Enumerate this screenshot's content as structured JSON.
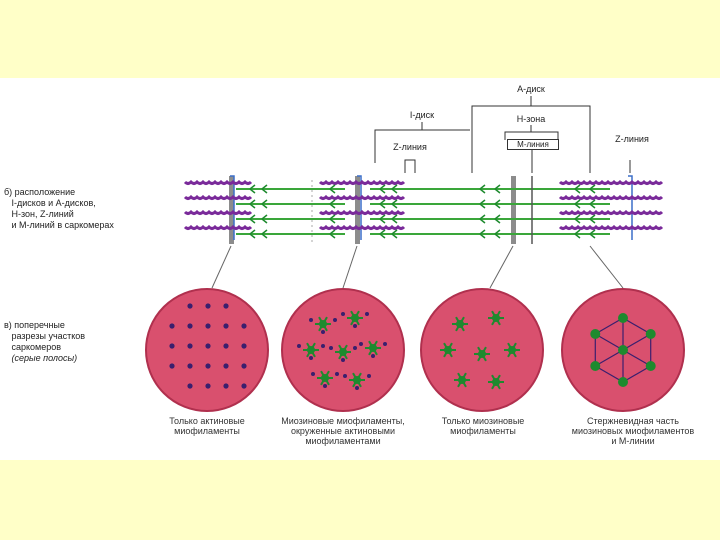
{
  "top_labels": {
    "a_disc": "А-диск",
    "i_disc": "I-диск",
    "h_zone": "Н-зона",
    "z_line_left": "Z-линия",
    "m_line": "М-линия",
    "z_line_right": "Z-линия"
  },
  "side_labels": {
    "b_lines": [
      "б) расположение",
      "   I-дисков и А-дисков,",
      "   Н-зон, Z-линий",
      "   и М-линий в саркомерах"
    ],
    "c_lines": [
      "в) поперечные",
      "   разрезы участков",
      "   саркомеров",
      "   (серые полосы)"
    ]
  },
  "captions": [
    [
      "Только актиновые",
      "миофиламенты"
    ],
    [
      "Миозиновые миофиламенты,",
      "окруженные актиновыми",
      "миофиламентами"
    ],
    [
      "Только миозиновые",
      "миофиламенты"
    ],
    [
      "Стержневидная часть",
      "миозиновых миофиламентов",
      "и М-линии"
    ]
  ],
  "colors": {
    "actin": "#7a2a9a",
    "myosin": "#3aa63a",
    "z_line": "#3b6fc8",
    "disc_fill": "#d9506e",
    "disc_dark": "#b0304e",
    "dot": "#3a1f6e",
    "star": "#1e8a2e"
  }
}
